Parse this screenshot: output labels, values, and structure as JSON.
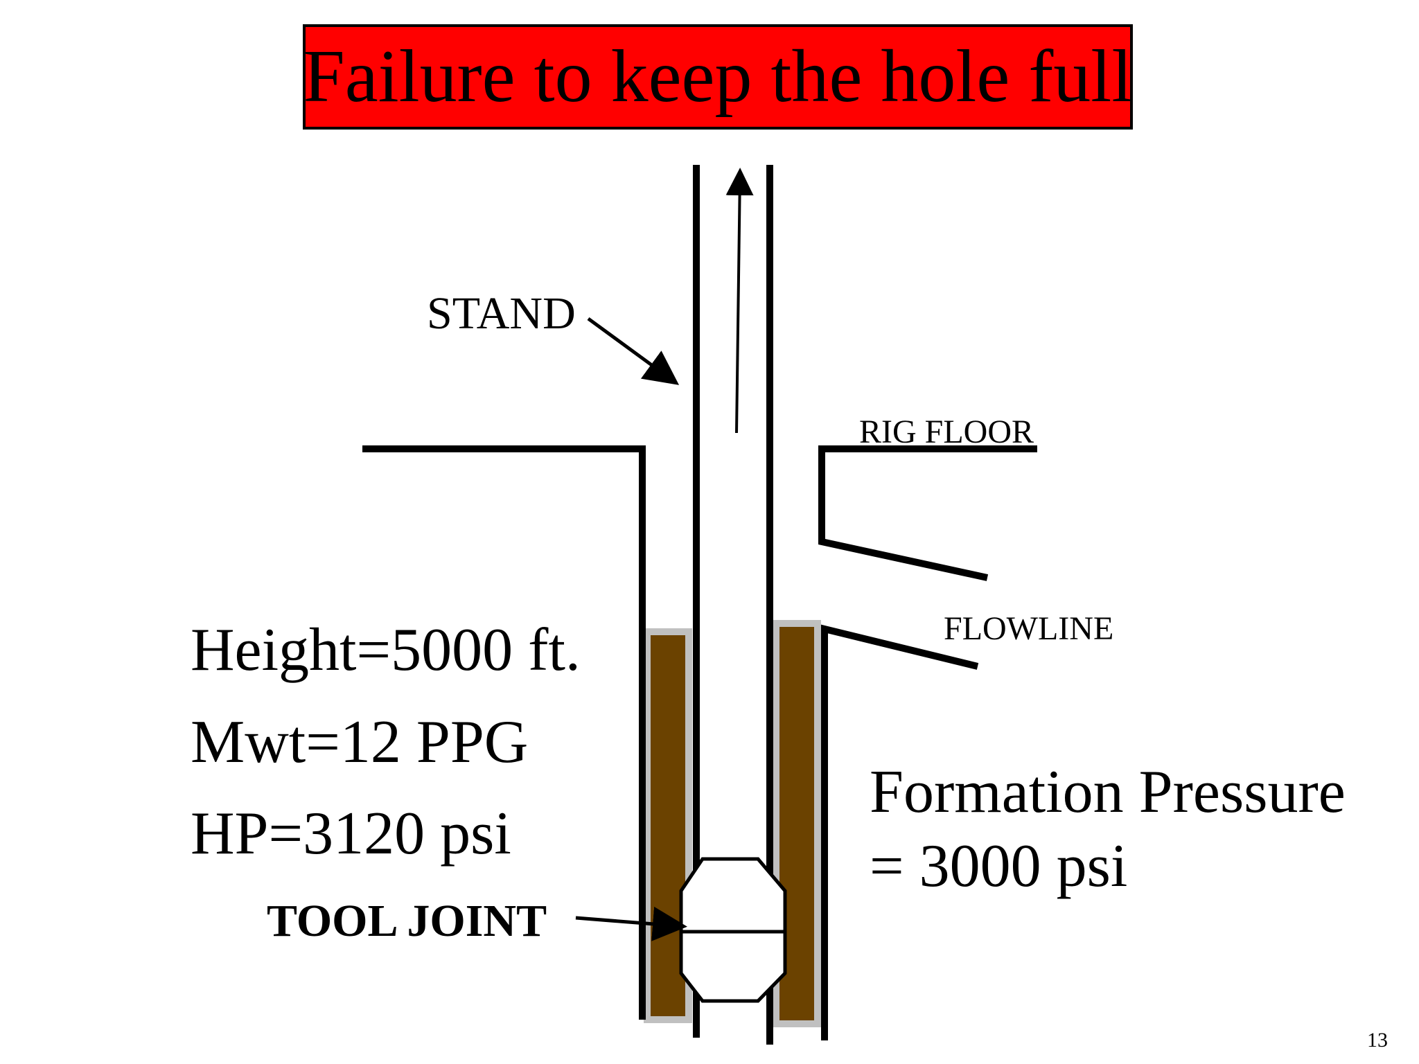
{
  "title": "Failure to keep the hole full",
  "labels": {
    "stand": "STAND",
    "rig_floor": "RIG FLOOR",
    "flowline": "FLOWLINE",
    "tool_joint": "TOOL JOINT"
  },
  "well_data": {
    "height": "Height=5000 ft.",
    "mud_weight": "Mwt=12 PPG",
    "hydrostatic_pressure": "HP=3120 psi"
  },
  "formation": {
    "line1": "Formation Pressure",
    "line2": "= 3000 psi"
  },
  "page_number": "13",
  "colors": {
    "title_background": "#ff0000",
    "mud": "#6b4200",
    "mud_border": "#c0c0c0",
    "line": "#000000"
  }
}
